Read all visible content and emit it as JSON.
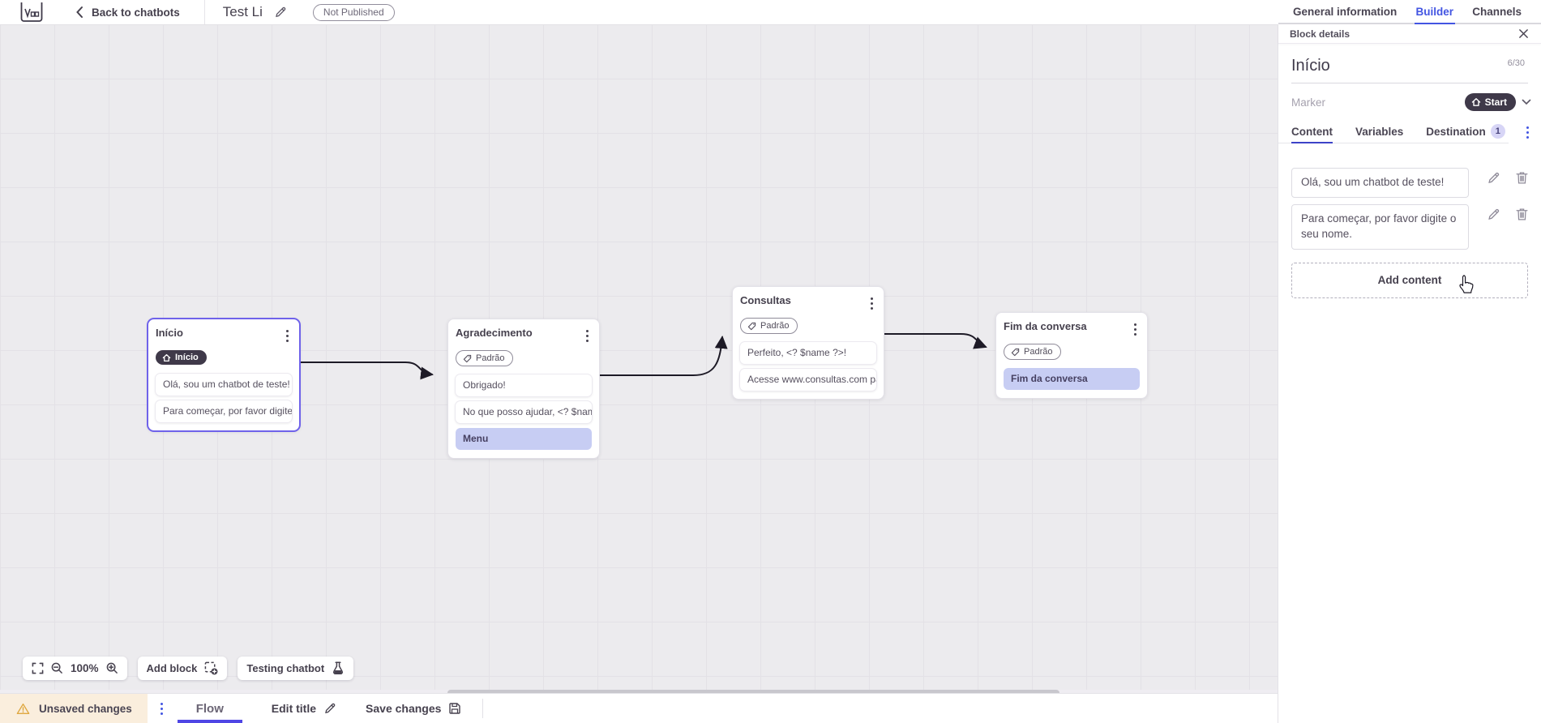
{
  "topbar": {
    "back_label": "Back to chatbots",
    "title": "Test Li",
    "status_badge": "Not Published",
    "tabs": [
      {
        "label": "General information",
        "active": false
      },
      {
        "label": "Builder",
        "active": true
      },
      {
        "label": "Channels",
        "active": false
      }
    ]
  },
  "panel": {
    "header": "Block details",
    "name_value": "Início",
    "name_counter": "6/30",
    "marker_label": "Marker",
    "marker_value": "Start",
    "tabs": [
      {
        "label": "Content",
        "active": true
      },
      {
        "label": "Variables",
        "active": false
      },
      {
        "label": "Destination",
        "active": false,
        "badge": "1"
      }
    ],
    "messages": [
      "Olá, sou um chatbot de teste!",
      "Para começar, por favor digite o seu nome."
    ],
    "add_content_label": "Add content"
  },
  "canvas": {
    "blocks": [
      {
        "title": "Início",
        "tag": "Início",
        "cards": [
          {
            "text": "Olá, sou um chatbot de teste!"
          },
          {
            "text": "Para começar, por favor digite o ..."
          }
        ]
      },
      {
        "title": "Agradecimento",
        "tag": "Padrão",
        "cards": [
          {
            "text": "Obrigado!"
          },
          {
            "text": "No que posso ajudar, <? $name ..."
          },
          {
            "text": "Menu"
          }
        ]
      },
      {
        "title": "Consultas",
        "tag": "Padrão",
        "cards": [
          {
            "text": "Perfeito, <? $name ?>!"
          },
          {
            "text": "Acesse www.consultas.com par..."
          }
        ]
      },
      {
        "title": "Fim da conversa",
        "tag": "Padrão",
        "cards": [
          {
            "text": "Fim da conversa"
          }
        ]
      }
    ],
    "zoom_level": "100%",
    "add_block_label": "Add block",
    "testing_label": "Testing chatbot"
  },
  "bottombar": {
    "unsaved_label": "Unsaved changes",
    "flow_tab": "Flow",
    "edit_title_label": "Edit title",
    "save_label": "Save changes"
  },
  "colors": {
    "accent_blue": "#4355e2",
    "underline_blue": "#4f46e5",
    "dark_pill": "#3f3949",
    "lavender_card": "#c7cdf3",
    "selected_border": "#6f62ea",
    "warning_bg": "#faeedd",
    "warning_icon": "#dfa73f",
    "canvas_bg": "#ecebee"
  }
}
